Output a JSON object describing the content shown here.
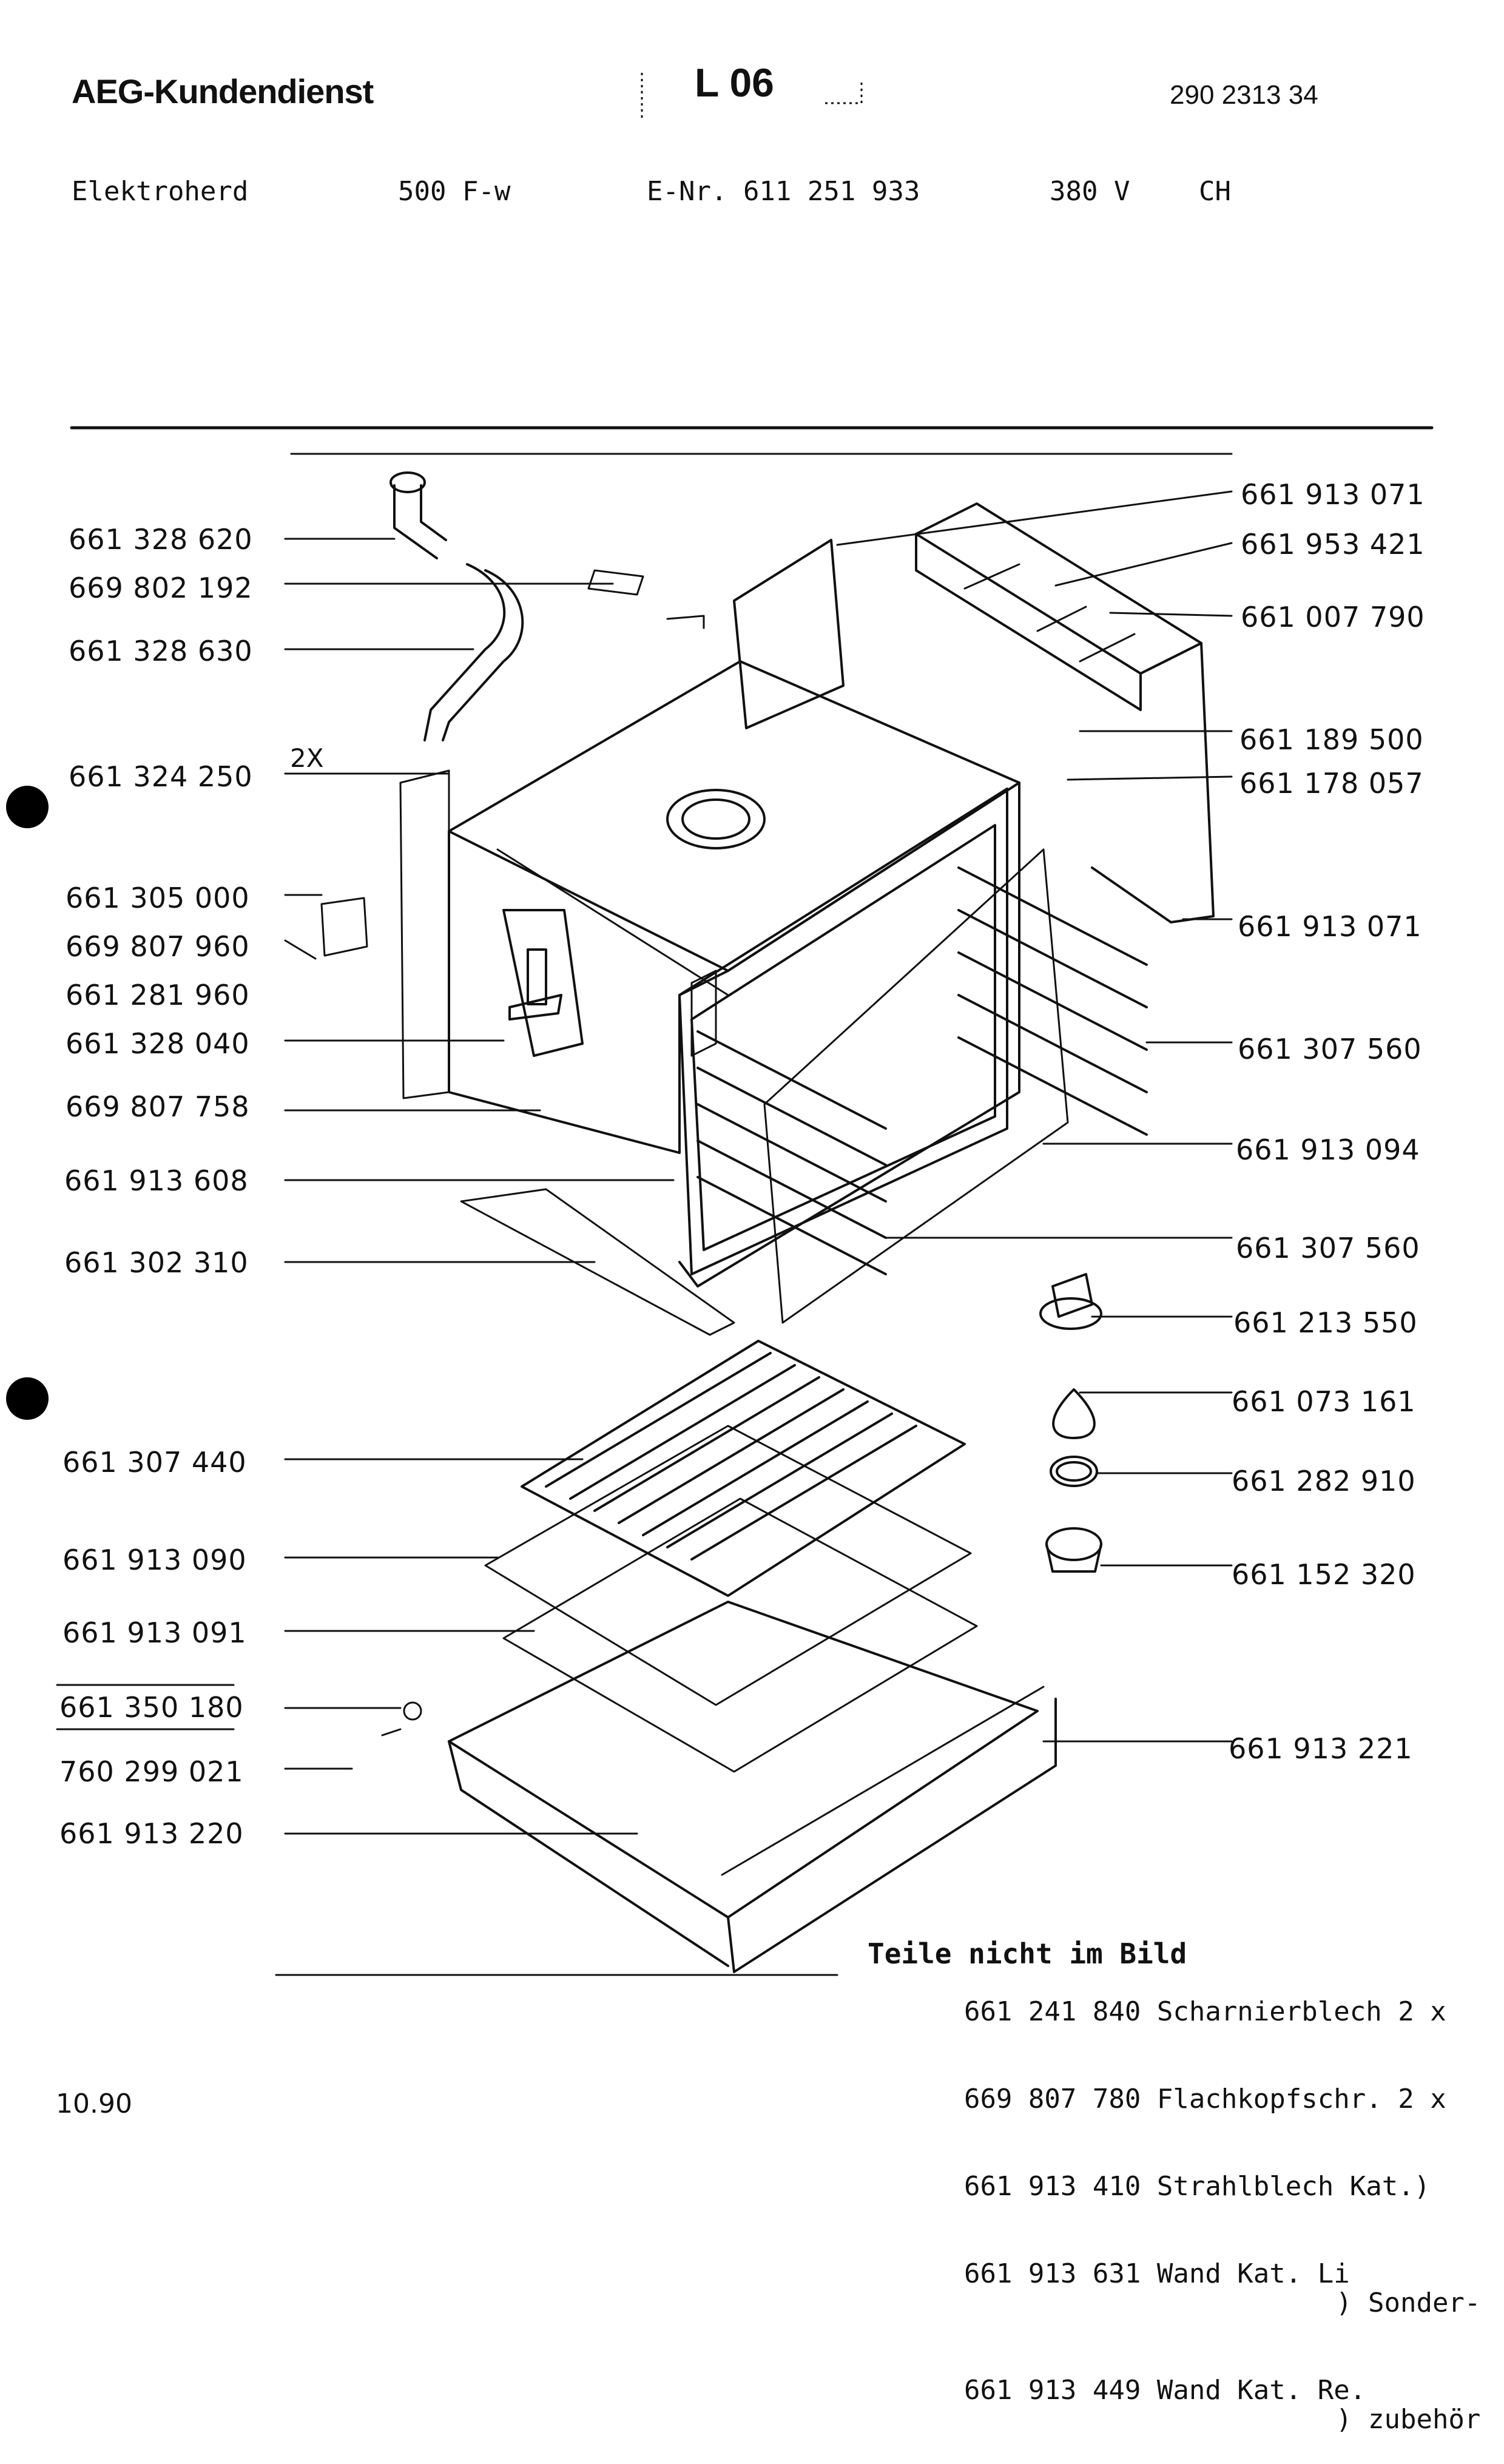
{
  "header": {
    "brand": "AEG-Kundendienst",
    "section_code": "L 06",
    "document_number": "290 2313 34"
  },
  "meta": {
    "appliance": "Elektroherd",
    "model": "500 F-w",
    "e_number": "E-Nr. 611 251 933",
    "voltage": "380 V",
    "country": "CH"
  },
  "left_labels": [
    "661 328 620",
    "669 802 192",
    "661 328 630",
    "661 324 250",
    "661 305 000",
    "669 807 960",
    "661 281 960",
    "661 328 040",
    "669 807 758",
    "661 913 608",
    "661 302 310",
    "661 307 440",
    "661 913 090",
    "661 913 091",
    "661 350 180",
    "760 299 021",
    "661 913 220"
  ],
  "right_labels": [
    "661 913 071",
    "661 953 421",
    "661 007 790",
    "661 189 500",
    "661 178 057",
    "661 913 071",
    "661 307 560",
    "661 913 094",
    "661 307 560",
    "661 213 550",
    "661 073 161",
    "661 282 910",
    "661 152 320",
    "661 913 221"
  ],
  "quantity_mark": "2X",
  "notes": {
    "title": "Teile nicht im Bild",
    "rows": [
      {
        "number": "661 241 840",
        "text": "Scharnierblech 2 x",
        "suffix": ""
      },
      {
        "number": "669 807 780",
        "text": "Flachkopfschr. 2 x",
        "suffix": ""
      },
      {
        "number": "661 913 410",
        "text": "Strahlblech Kat.)",
        "suffix": ""
      },
      {
        "number": "661 913 631",
        "text": "Wand Kat. Li",
        "suffix": ") Sonder-"
      },
      {
        "number": "661 913 449",
        "text": "Wand Kat. Re.",
        "suffix": ") zubehör"
      }
    ]
  },
  "footer": {
    "date": "10.90"
  }
}
